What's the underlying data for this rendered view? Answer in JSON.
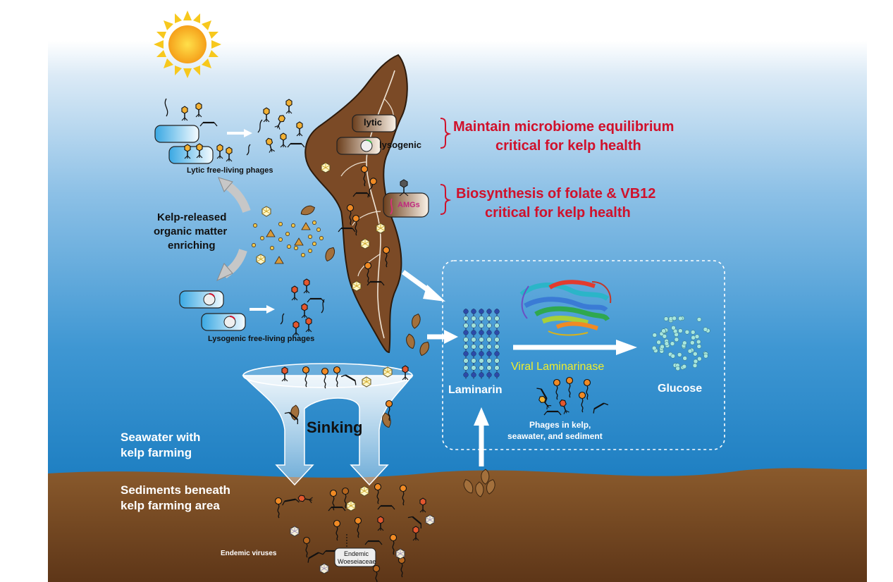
{
  "labels": {
    "lytic_free_living": "Lytic free-living phages",
    "lysogenic_free_living": "Lysogenic free-living phages",
    "kelp_released_1": "Kelp-released",
    "kelp_released_2": "organic matter",
    "kelp_released_3": "enriching",
    "lytic": "lytic",
    "lysogenic": "lysogenic",
    "amgs": "AMGs",
    "maintain_1": "Maintain microbiome equilibrium",
    "maintain_2": "critical for kelp health",
    "biosynth_1": "Biosynthesis of folate & VB12",
    "biosynth_2": "critical for kelp health",
    "laminarin": "Laminarin",
    "viral_laminarinase": "Viral Laminarinase",
    "glucose": "Glucose",
    "phages_kelp_1": "Phages in kelp,",
    "phages_kelp_2": "seawater, and sediment",
    "sinking": "Sinking",
    "seawater_1": "Seawater with",
    "seawater_2": "kelp farming",
    "sediments_1": "Sediments beneath",
    "sediments_2": "kelp farming area",
    "endemic_viruses": "Endemic viruses",
    "endemic_w_1": "Endemic",
    "endemic_w_2": "Woeseiaceae"
  },
  "colors": {
    "sea_top": "#ffffff",
    "sea_bottom": "#1e7fc2",
    "sediment": "#7a4a22",
    "kelp": "#7b4a26",
    "highlight_red": "#d0112b",
    "laminarinase_yellow": "#f2ee2a"
  },
  "icons": [
    "sun-icon",
    "phage-icon",
    "bacterium-icon",
    "virus-capsid-icon",
    "kelp-blade-icon",
    "enzyme-structure-icon",
    "arrow-icon"
  ]
}
